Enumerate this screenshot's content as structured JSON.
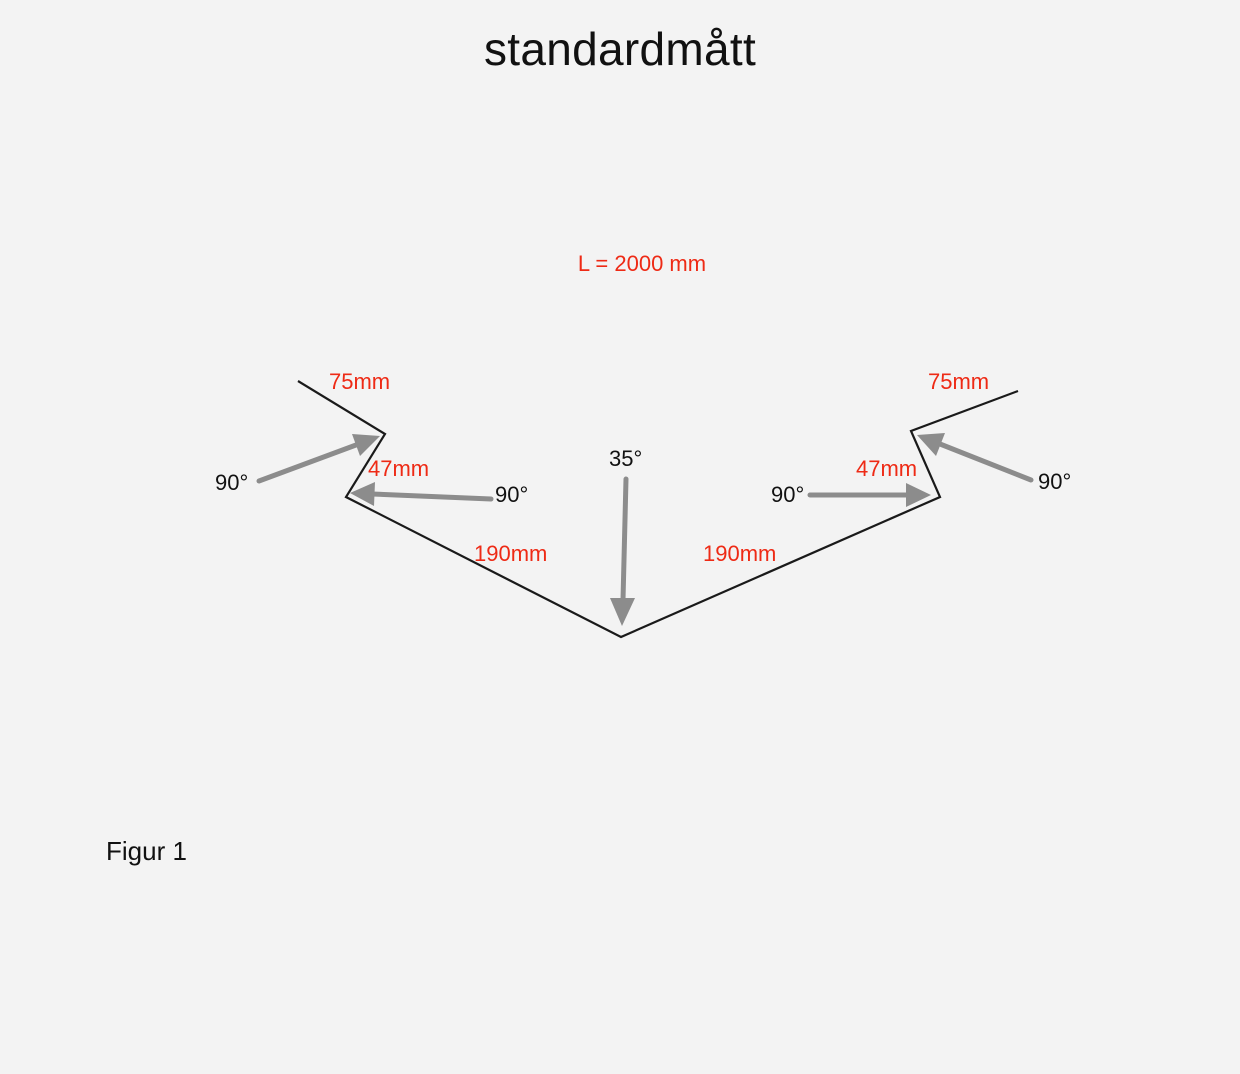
{
  "title": "standardmått",
  "length_label": "L = 2000 mm",
  "caption": "Figur 1",
  "dimensions": {
    "left_top": "75mm",
    "left_mid": "47mm",
    "left_long": "190mm",
    "right_long": "190mm",
    "right_mid": "47mm",
    "right_top": "75mm"
  },
  "angles": {
    "outer_left": "90°",
    "inner_left": "90°",
    "center": "35°",
    "inner_right": "90°",
    "outer_right": "90°"
  },
  "colors": {
    "dimension_text": "#ee2a15",
    "angle_text": "#111111",
    "profile_line": "#1a1a1a",
    "arrows": "#8c8c8c",
    "background": "#f3f3f3"
  }
}
